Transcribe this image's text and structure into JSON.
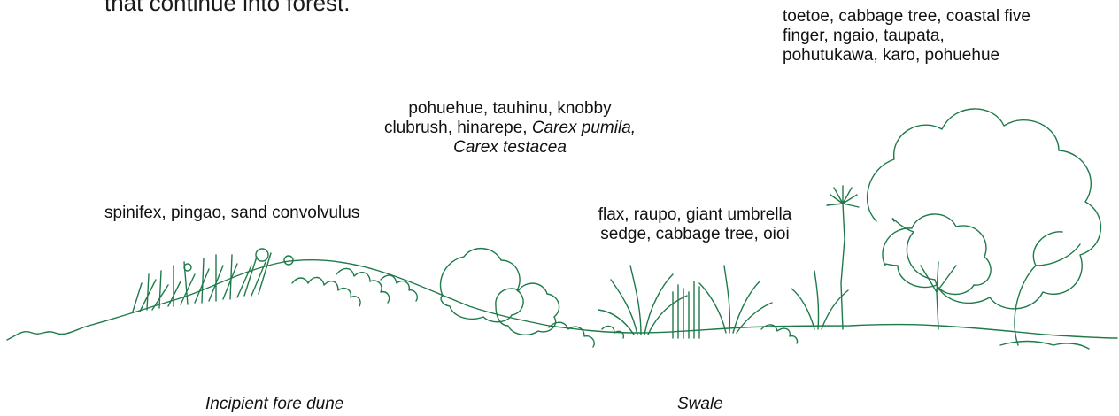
{
  "intro_fragment": "that continue into forest.",
  "labels": {
    "forest_plants": [
      "toetoe, cabbage tree, coastal five",
      "finger, ngaio, taupata,",
      "pohutukawa, karo, pohuehue"
    ],
    "hind_dune_plants": {
      "line1": "pohuehue, tauhinu, knobby",
      "line2_plain": "clubrush, hinarepe, ",
      "line2_italic": "Carex pumila,",
      "line3_italic": "Carex testacea"
    },
    "fore_dune_plants": "spinifex, pingao, sand convolvulus",
    "swale_plants": [
      "flax, raupo, giant umbrella",
      "sedge, cabbage tree, oioi"
    ]
  },
  "zones": {
    "incipient_fore_dune": "Incipient fore dune",
    "swale": "Swale"
  },
  "colors": {
    "ink": "#1f7a4a",
    "text": "#111111"
  }
}
